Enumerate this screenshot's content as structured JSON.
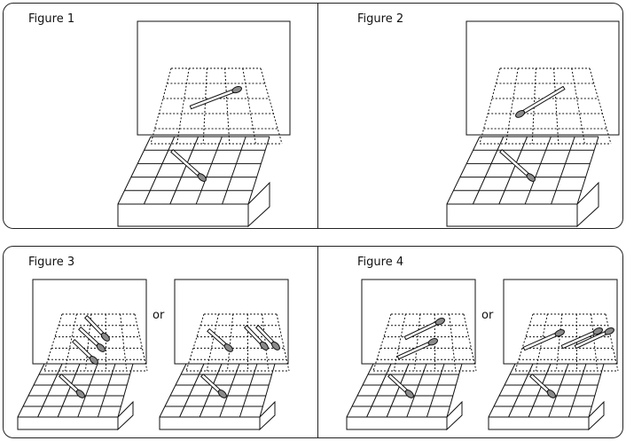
{
  "figures": {
    "fig1": {
      "label": "Figure 1"
    },
    "fig2": {
      "label": "Figure 2"
    },
    "fig3": {
      "label": "Figure 3",
      "or": "or"
    },
    "fig4": {
      "label": "Figure 4",
      "or": "or"
    }
  }
}
